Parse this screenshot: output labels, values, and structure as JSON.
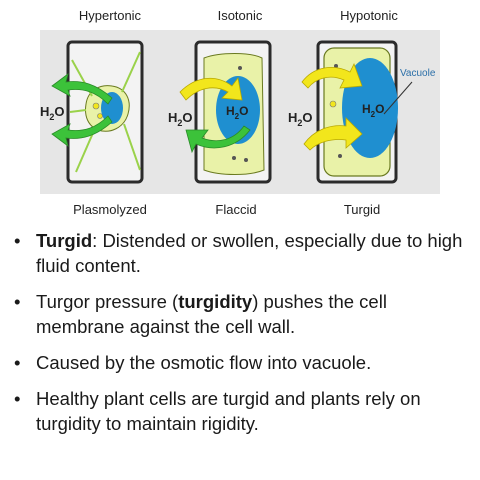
{
  "diagram": {
    "labels_top": [
      "Hypertonic",
      "Isotonic",
      "Hypotonic"
    ],
    "labels_bottom": [
      "Plasmolyzed",
      "Flaccid",
      "Turgid"
    ],
    "water": "H",
    "water_sub": "2",
    "water_o": "O",
    "vacuole_label": "Vacuole",
    "colors": {
      "panel_bg": "#e6e6e6",
      "cell_wall": "#2b2b2b",
      "cytoplasm": "#e9f2a8",
      "vacuole": "#1f8fd0",
      "arrow_green": "#3cc23a",
      "arrow_yellow": "#f2e61c"
    }
  },
  "bullets": [
    {
      "bold": "Turgid",
      "text": ": Distended or swollen, especially due to high fluid content."
    },
    {
      "pre": "Turgor pressure (",
      "bold": "turgidity",
      "text": ") pushes the cell membrane against the cell wall."
    },
    {
      "text": "Caused by the osmotic flow into vacuole."
    },
    {
      "text": "Healthy plant cells are turgid and plants rely on turgidity to maintain rigidity."
    }
  ]
}
